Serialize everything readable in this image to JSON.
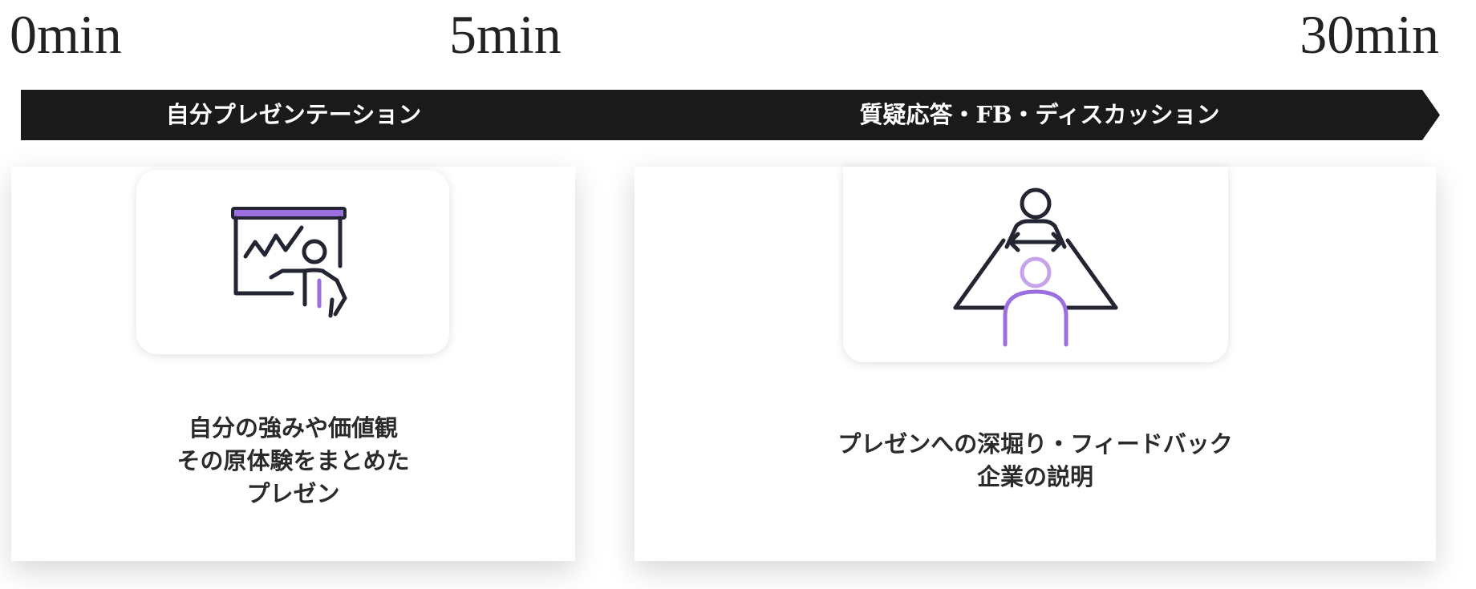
{
  "timeline": {
    "ticks": [
      "0min",
      "5min",
      "30min"
    ]
  },
  "phases": [
    {
      "label": "自分プレゼンテーション"
    },
    {
      "label": "質疑応答・FB・ディスカッション"
    }
  ],
  "cards": [
    {
      "icon": "presentation-board-icon",
      "lines": [
        "自分の強みや価値観",
        "その原体験をまとめた",
        "プレゼン"
      ]
    },
    {
      "icon": "discussion-people-icon",
      "lines": [
        "プレゼンへの深堀り・フィードバック",
        "企業の説明"
      ]
    }
  ],
  "colors": {
    "bar": "#1a1a1a",
    "accent": "#9b6fe0",
    "accent_light": "#c9a3ea",
    "stroke": "#232533"
  }
}
